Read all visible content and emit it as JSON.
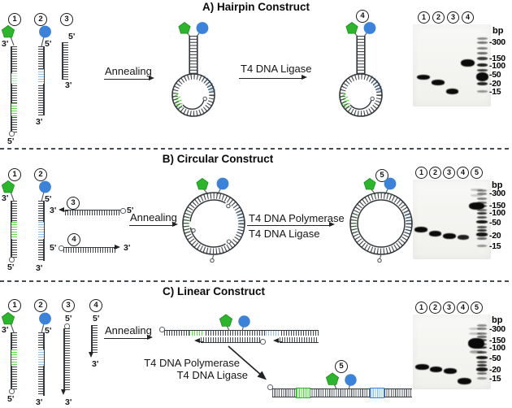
{
  "colors": {
    "green": "#2db52d",
    "green_bright": "#58dc3f",
    "green_pale": "#b5e3b5",
    "blue": "#3b82d8",
    "blue_light": "#8ec1f0",
    "strand_dark": "#33383c"
  },
  "panelA": {
    "title": "A) Hairpin Construct",
    "n1": "1",
    "n2": "2",
    "n3": "3",
    "n4": "4",
    "s1_top": "3'",
    "s1_bot": "5'",
    "s2_top": "5'",
    "s2_bot": "3'",
    "s3_top": "5'",
    "s3_bot": "3'",
    "annealing": "Annealing",
    "ligase": "T4 DNA Ligase",
    "gel": {
      "bp": "bp",
      "lanes": [
        "1",
        "2",
        "3",
        "4"
      ],
      "markers": [
        "-300",
        "-150",
        "-100",
        "-50",
        "-20",
        "-15"
      ]
    }
  },
  "panelB": {
    "title": "B) Circular Construct",
    "n1": "1",
    "n2": "2",
    "n3": "3",
    "n4": "4",
    "n5": "5",
    "s1_top": "3'",
    "s1_bot": "5'",
    "s2_top": "5'",
    "s2_bot": "3'",
    "s3_left": "3'",
    "s3_right": "5'",
    "s4_left": "5'",
    "s4_right": "3'",
    "annealing": "Annealing",
    "polymerase": "T4 DNA Polymerase",
    "ligase": "T4 DNA Ligase",
    "gel": {
      "bp": "bp",
      "lanes": [
        "1",
        "2",
        "3",
        "4",
        "5"
      ],
      "markers": [
        "-300",
        "-150",
        "-100",
        "-50",
        "-20",
        "-15"
      ]
    }
  },
  "panelC": {
    "title": "C) Linear Construct",
    "n1": "1",
    "n2": "2",
    "n3": "3",
    "n4": "4",
    "n5": "5",
    "s1_top": "3'",
    "s1_bot": "5'",
    "s2_top": "5'",
    "s2_bot": "3'",
    "s3_top": "5'",
    "s3_bot": "3'",
    "s4_top": "5'",
    "s4_bot": "3'",
    "annealing": "Annealing",
    "polymerase": "T4 DNA Polymerase",
    "ligase": "T4 DNA Ligase",
    "gel": {
      "bp": "bp",
      "lanes": [
        "1",
        "2",
        "3",
        "4",
        "5"
      ],
      "markers": [
        "-300",
        "-150",
        "-100",
        "-50",
        "-20",
        "-15"
      ]
    }
  }
}
